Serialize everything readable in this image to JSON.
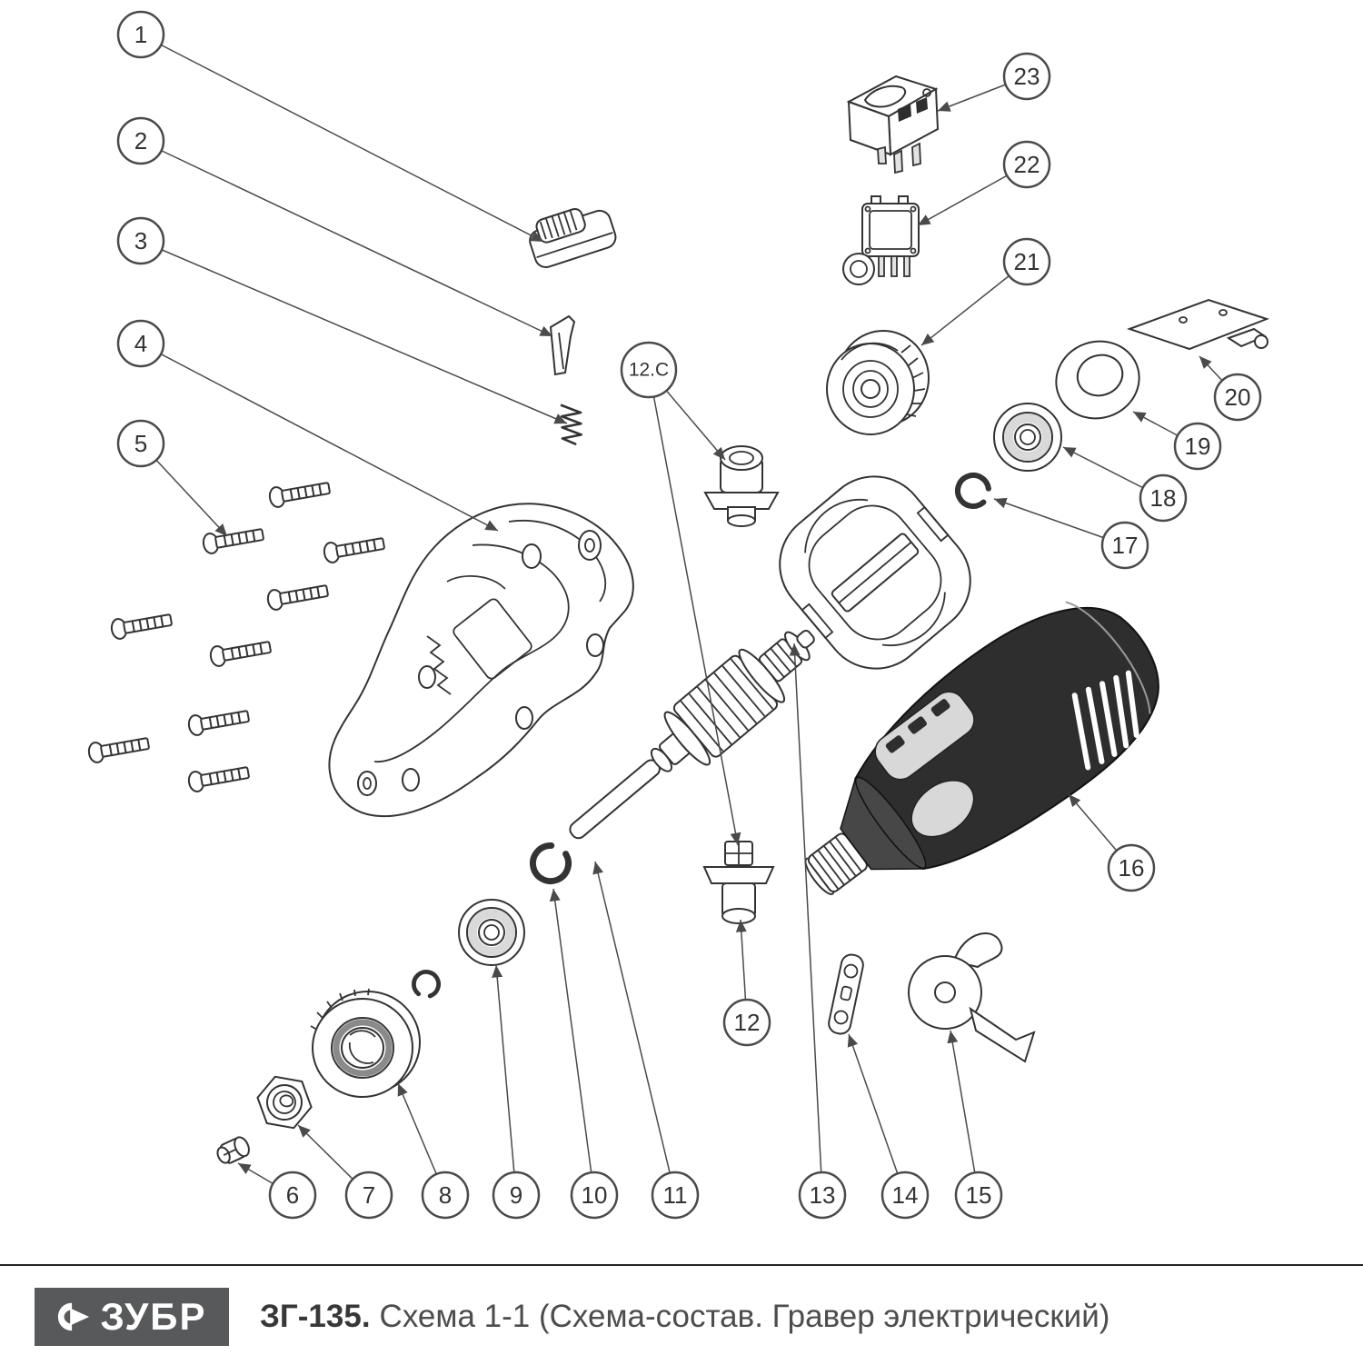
{
  "footer": {
    "brand": "ЗУБР",
    "model": "ЗГ-135.",
    "subtitle": "Схема 1-1 (Схема-состав. Гравер электрический)"
  },
  "colors": {
    "line_art": "#333333",
    "housing_dark": "#2e2e2e",
    "logo_background": "#58595b"
  },
  "callouts": {
    "n1": "1",
    "n2": "2",
    "n3": "3",
    "n4": "4",
    "n5": "5",
    "n6": "6",
    "n7": "7",
    "n8": "8",
    "n9": "9",
    "n10": "10",
    "n11": "11",
    "n12": "12",
    "n12c": "12.C",
    "n13": "13",
    "n14": "14",
    "n15": "15",
    "n16": "16",
    "n17": "17",
    "n18": "18",
    "n19": "19",
    "n20": "20",
    "n21": "21",
    "n22": "22",
    "n23": "23"
  }
}
